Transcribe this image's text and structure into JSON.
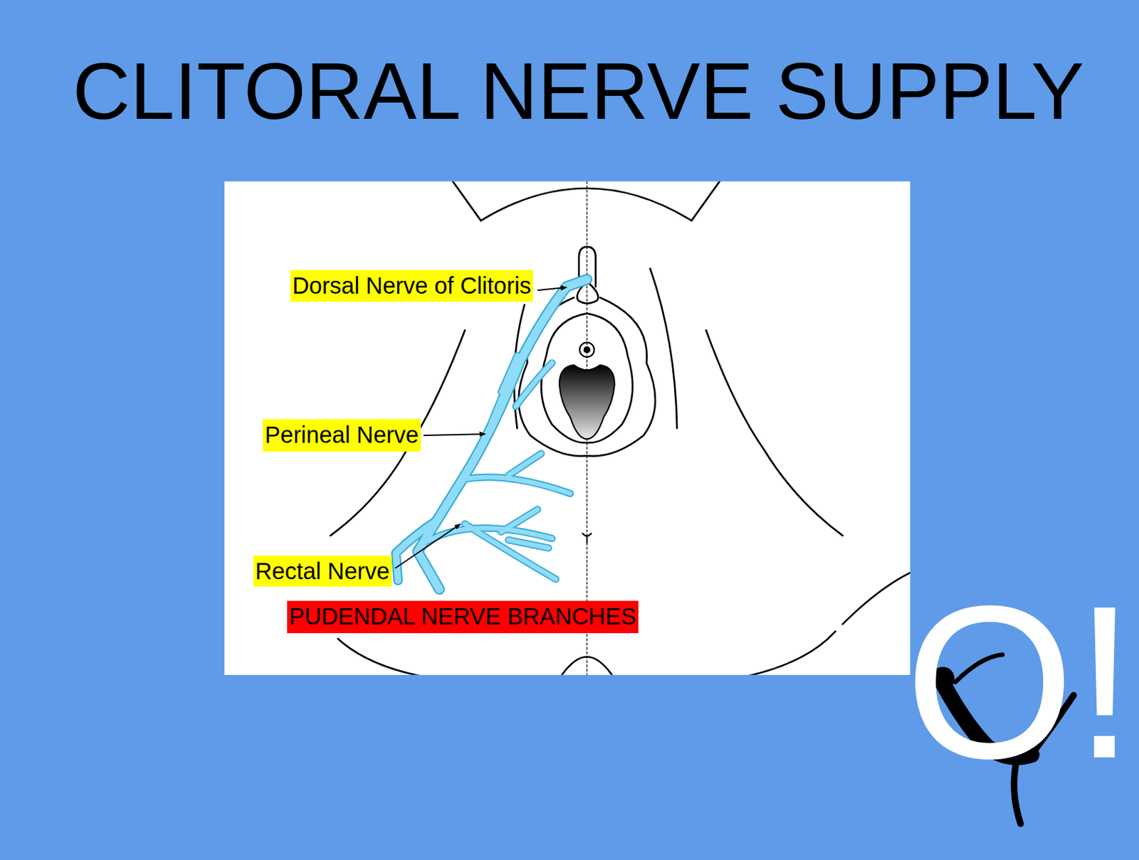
{
  "diagram": {
    "title": "CLITORAL NERVE SUPPLY",
    "labels": [
      "Dorsal Nerve of Clitoris",
      "Perineal Nerve",
      "Rectal Nerve",
      "PUDENDAL NERVE BRANCHES",
      "O!"
    ]
  }
}
